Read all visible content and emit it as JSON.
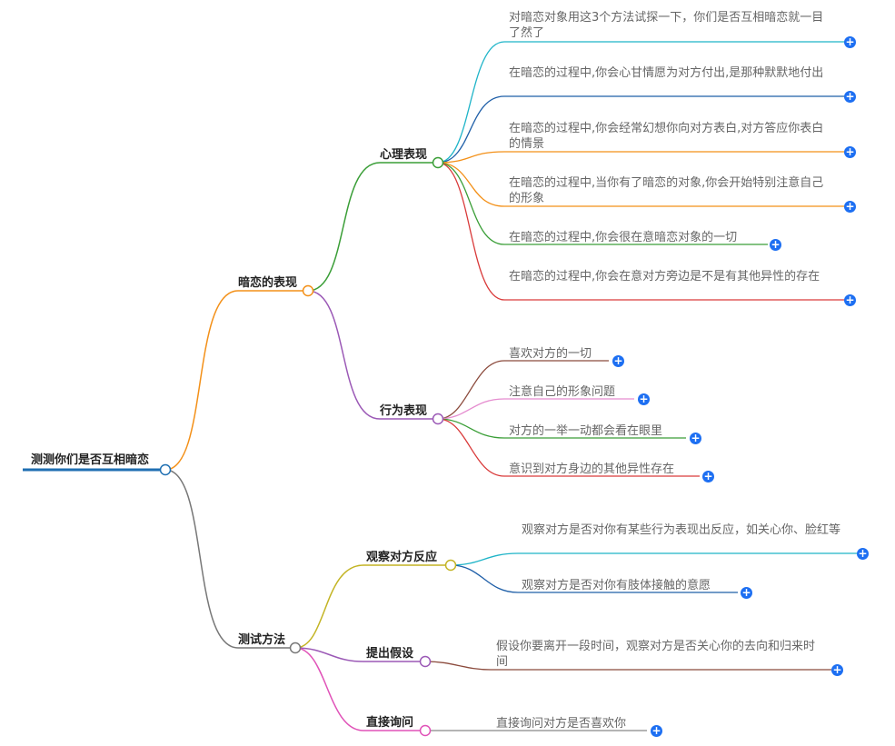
{
  "root": {
    "label": "测测你们是否互相暗恋"
  },
  "branches": {
    "symptoms": {
      "label": "暗恋的表现"
    },
    "methods": {
      "label": "测试方法"
    }
  },
  "subbranches": {
    "psychological": {
      "label": "心理表现",
      "leaves": [
        "对暗恋对象用这3个方法试探一下，你们是否互相暗恋就一目了然了",
        "在暗恋的过程中,你会心甘情愿为对方付出,是那种默默地付出",
        "在暗恋的过程中,你会经常幻想你向对方表白,对方答应你表白的情景",
        "在暗恋的过程中,当你有了暗恋的对象,你会开始特别注意自己的形象",
        "在暗恋的过程中,你会很在意暗恋对象的一切",
        "在暗恋的过程中,你会在意对方旁边是不是有其他异性的存在"
      ]
    },
    "behavioral": {
      "label": "行为表现",
      "leaves": [
        "喜欢对方的一切",
        "注意自己的形象问题",
        "对方的一举一动都会看在眼里",
        "意识到对方身边的其他异性存在"
      ]
    },
    "observe": {
      "label": "观察对方反应",
      "leaves": [
        "观察对方是否对你有某些行为表现出反应，如关心你、脸红等",
        "观察对方是否对你有肢体接触的意愿"
      ]
    },
    "hypothesis": {
      "label": "提出假设",
      "leaves": [
        "假设你要离开一段时间，观察对方是否关心你的去向和归来时间"
      ]
    },
    "ask": {
      "label": "直接询问",
      "leaves": [
        "直接询问对方是否喜欢你"
      ]
    }
  },
  "expand_button_glyph": "+",
  "colors": {
    "root_line": "#1f6fb2",
    "symptoms_line": "#f39018",
    "methods_line": "#777777",
    "psychological_line": "#3a9e37",
    "behavioral_line": "#9b59b6",
    "observe_line": "#c3b424",
    "hypothesis_line": "#9b59b6",
    "ask_line": "#e052b8",
    "expand_button": "#1d6ff2",
    "leaf_text": "#666666"
  }
}
